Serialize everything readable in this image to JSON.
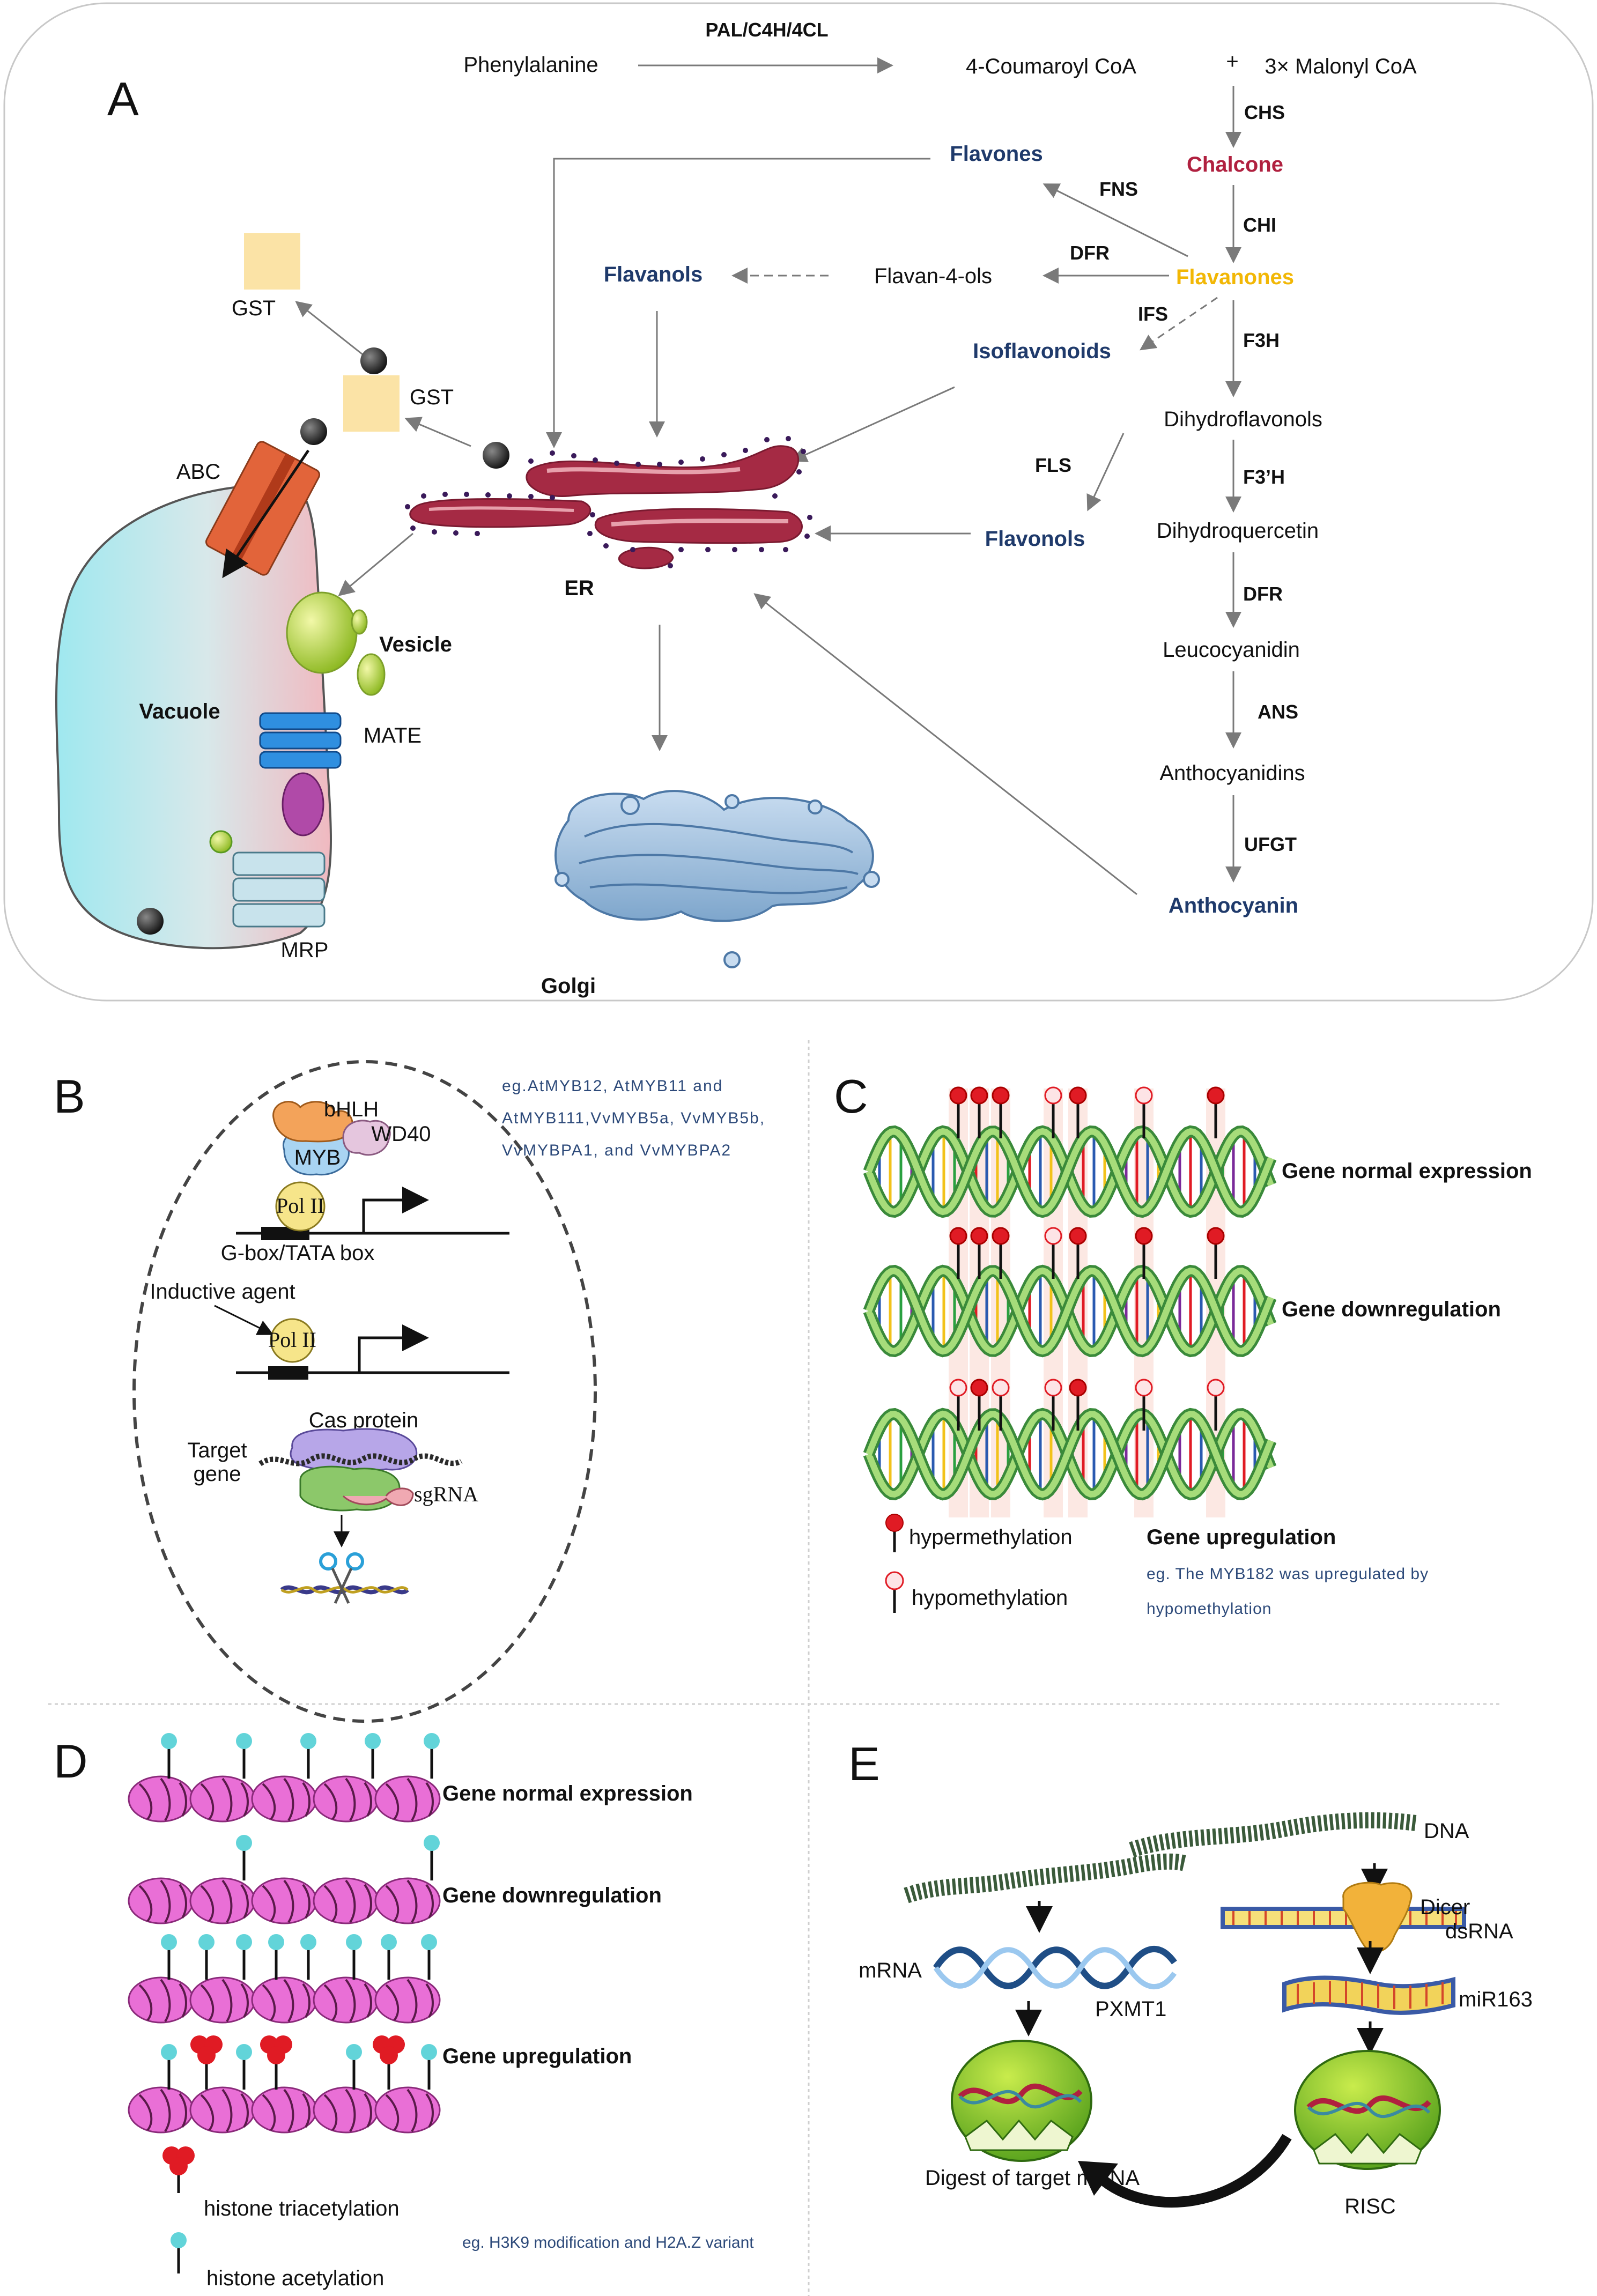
{
  "panel_a": {
    "letter": "A",
    "enzyme_pal": "PAL/C4H/4CL",
    "phenylalanine": "Phenylalanine",
    "coumaroyl": "4-Coumaroyl CoA",
    "plus": "+",
    "malonyl": "3× Malonyl CoA",
    "chs": "CHS",
    "chalcone": "Chalcone",
    "chi": "CHI",
    "flavanones": "Flavanones",
    "fns": "FNS",
    "flavones": "Flavones",
    "dfr1": "DFR",
    "flavan4ols": "Flavan-4-ols",
    "flavanols": "Flavanols",
    "ifs": "IFS",
    "isoflavonoids": "Isoflavonoids",
    "f3h": "F3H",
    "dihydroflavonols": "Dihydroflavonols",
    "fls": "FLS",
    "flavonols": "Flavonols",
    "f3h2": "F3’H",
    "dihydroquercetin": "Dihydroquercetin",
    "dfr2": "DFR",
    "leucocyanidin": "Leucocyanidin",
    "ans": "ANS",
    "anthocyanidins": "Anthocyanidins",
    "ufgt": "UFGT",
    "anthocyanin": "Anthocyanin",
    "gst1": "GST",
    "gst2": "GST",
    "abc": "ABC",
    "er": "ER",
    "vesicle": "Vesicle",
    "vacuole": "Vacuole",
    "mate": "MATE",
    "mrp": "MRP",
    "golgi": "Golgi",
    "colors": {
      "chalcone": "#b0203f",
      "flavanones": "#f2b705",
      "navy": "#1f3a6b"
    }
  },
  "panel_b": {
    "letter": "B",
    "bhlh": "bHLH",
    "wd40": "WD40",
    "myb": "MYB",
    "pol1": "Pol II",
    "gbox": "G-box/TATA box",
    "inductive": "Inductive agent",
    "pol2": "Pol II",
    "cas": "Cas protein",
    "target1": "Target",
    "target2": "gene",
    "sgrna": "sgRNA",
    "example1": "eg.AtMYB12, AtMYB11 and",
    "example2": "AtMYB111,VvMYB5a, VvMYB5b,",
    "example3": "VvMYBPA1, and VvMYBPA2"
  },
  "panel_c": {
    "letter": "C",
    "row1": "Gene normal expression",
    "row2": "Gene downregulation",
    "row3": "Gene upregulation",
    "hyper": "hypermethylation",
    "hypo": "hypomethylation",
    "example1": "eg. The MYB182 was upregulated by",
    "example2": "hypomethylation",
    "row1_pins": [
      "hyper",
      "hyper",
      "hyper",
      "hypo",
      "hyper",
      "hypo",
      "hyper"
    ],
    "row2_pins": [
      "hyper",
      "hyper",
      "hyper",
      "hypo",
      "hyper",
      "hyper",
      "hyper"
    ],
    "row3_pins": [
      "hypo",
      "hyper",
      "hypo",
      "hypo",
      "hyper",
      "hypo",
      "hypo"
    ]
  },
  "panel_d": {
    "letter": "D",
    "row1": "Gene normal expression",
    "row2": "Gene downregulation",
    "row3": "Gene upregulation",
    "triacetyl": "histone triacetylation",
    "acetyl": "histone acetylation",
    "example": "eg. H3K9 modification and H2A.Z variant"
  },
  "panel_e": {
    "letter": "E",
    "dna": "DNA",
    "dicer": "Dicer",
    "dsrna": "dsRNA",
    "mrna": "mRNA",
    "pxmt1": "PXMT1",
    "mir163": "miR163",
    "digest": "Digest of target mRNA",
    "risc": "RISC"
  }
}
